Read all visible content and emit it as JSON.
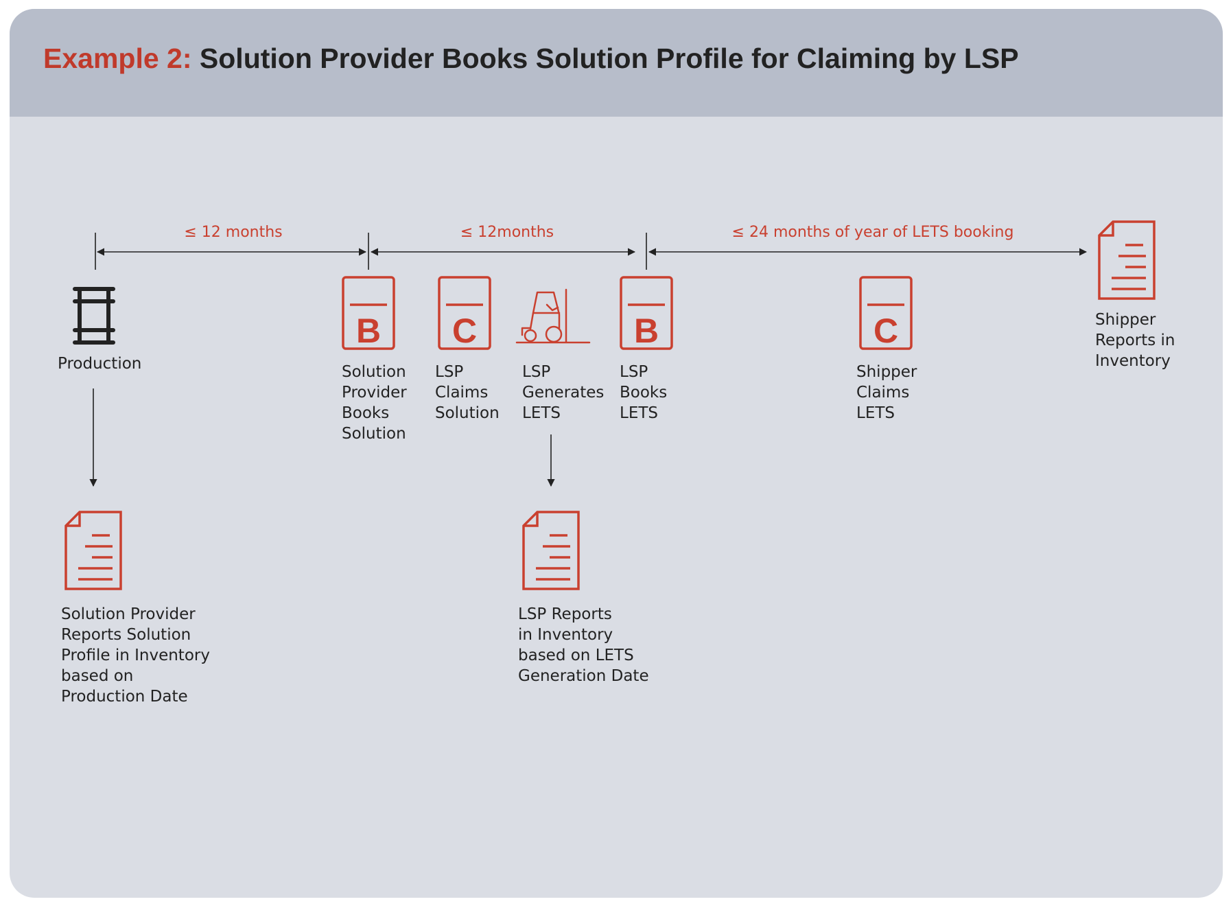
{
  "title": {
    "prefix": "Example 2:",
    "main": "Solution Provider Books Solution Profile for Claiming by LSP"
  },
  "intervals": [
    {
      "label": "≤ 12 months"
    },
    {
      "label": "≤ 12months"
    },
    {
      "label": "≤ 24 months of year of LETS booking"
    }
  ],
  "steps": {
    "production": "Production",
    "sp_books": "Solution\nProvider\nBooks\nSolution",
    "lsp_claims": "LSP\nClaims\nSolution",
    "lsp_generates": "LSP\nGenerates\nLETS",
    "lsp_books": "LSP\nBooks\nLETS",
    "shipper_claims": "Shipper\nClaims\nLETS",
    "shipper_reports": "Shipper\nReports in\nInventory",
    "sp_reports": "Solution Provider\nReports Solution\nProfile in Inventory\nbased on\nProduction Date",
    "lsp_reports": "LSP Reports\nin Inventory\nbased on LETS\nGeneration Date"
  },
  "icons": {
    "production": "barrel-icon",
    "booking": "booking-b-icon",
    "claim": "claim-c-icon",
    "forklift": "forklift-icon",
    "report": "report-document-icon"
  },
  "colors": {
    "accent": "#c9402f",
    "title_accent": "#c03a2b",
    "text": "#222222",
    "header_bg": "#b7bdca",
    "body_bg": "#dadde4"
  }
}
